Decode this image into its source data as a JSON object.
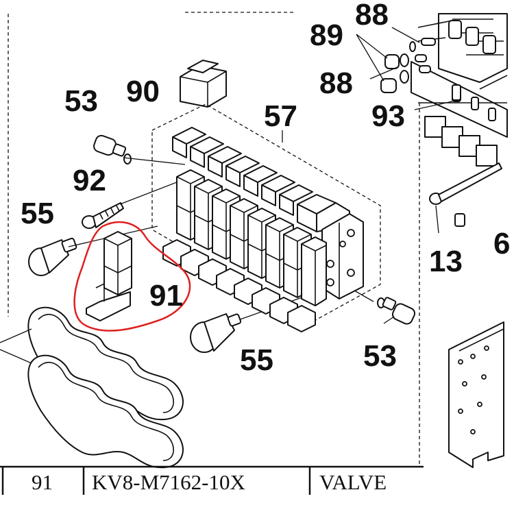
{
  "diagram": {
    "callouts": {
      "c88_top": "88",
      "c89": "89",
      "c88": "88",
      "c90": "90",
      "c53_top": "53",
      "c57": "57",
      "c93": "93",
      "c92": "92",
      "c55_left": "55",
      "c91": "91",
      "c13": "13",
      "c55_bottom": "55",
      "c53_bottom": "53",
      "c6_edge": "6"
    },
    "highlight_color": "#e02020"
  },
  "parts_table": {
    "row": {
      "ref": "91",
      "part_number": "KV8-M7162-10X",
      "description": "VALVE"
    }
  }
}
